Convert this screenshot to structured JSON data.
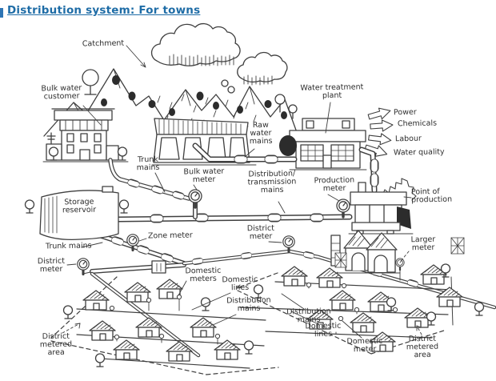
{
  "title": "Distribution system: For towns",
  "diagram": {
    "labels": {
      "catchment": "Catchment",
      "bulk_water_customer": "Bulk water\ncustomer",
      "water_treatment_plant": "Water treatment\nplant",
      "power": "Power",
      "chemicals": "Chemicals",
      "labour": "Labour",
      "water_quality": "Water quality",
      "raw_water_mains": "Raw\nwater\nmains",
      "trunk_mains_upper": "Trunk\nmains",
      "bulk_water_meter": "Bulk water\nmeter",
      "distribution_transmission_mains": "Distribution/\ntransmission\nmains",
      "production_meter": "Production\nmeter",
      "point_of_production": "Point of\nproduction",
      "storage_reservoir": "Storage\nreservoir",
      "zone_meter": "Zone meter",
      "trunk_mains_lower": "Trunk mains",
      "district_meter_left": "District\nmeter",
      "district_meter_center": "District\nmeter",
      "domestic_meters": "Domestic\nmeters",
      "domestic_lines_left": "Domestic\nlines",
      "distribution_mains_left": "Distribution\nmains",
      "distribution_mains_right": "Distribution\nmains",
      "domestic_lines_right": "Domestic\nlines",
      "domestic_meter_right": "Domestic\nmeter",
      "larger_meter": "Larger\nmeter",
      "district_metered_area_left": "District\nmetered\narea",
      "district_metered_area_right": "District\nmetered\narea"
    },
    "ink_color": "#3f3f3f",
    "title_color": "#1e6ca6"
  }
}
